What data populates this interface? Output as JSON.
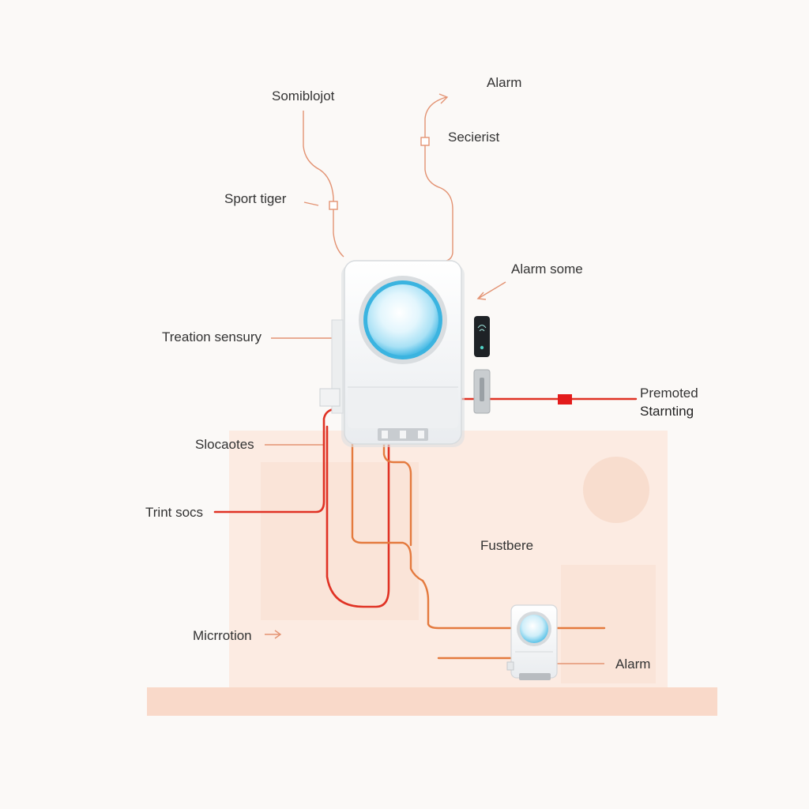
{
  "labels": {
    "somiblojot": "Somiblojot",
    "alarm_top": "Alarm",
    "secierist": "Secierist",
    "sport_tiger": "Sport tiger",
    "alarm_some": "Alarm some",
    "treation_sensury": "Treation sensury",
    "premoted": "Premoted",
    "starnting": "Starnting",
    "slocaotes": "Slocaotes",
    "trint_socs": "Trint socs",
    "fustbere": "Fustbere",
    "micrrotion": "Micrrotion",
    "alarm_bottom": "Alarm"
  },
  "colors": {
    "background": "#fbf9f7",
    "peach_panel": "#fbe7dc",
    "floor_band": "#f9d8c8",
    "orange_wire": "#e47a3e",
    "red_wire": "#e03224",
    "callout_line": "#e39373",
    "sensor_glow": "#3bb4e0",
    "device_white": "#f2f4f6",
    "keypad_black": "#1e2226"
  },
  "icons": {
    "main_siren": "alarm-siren-icon",
    "keypad": "wireless-keypad-icon",
    "door_sensor": "door-contact-sensor-icon",
    "small_siren": "small-alarm-sensor-icon"
  }
}
